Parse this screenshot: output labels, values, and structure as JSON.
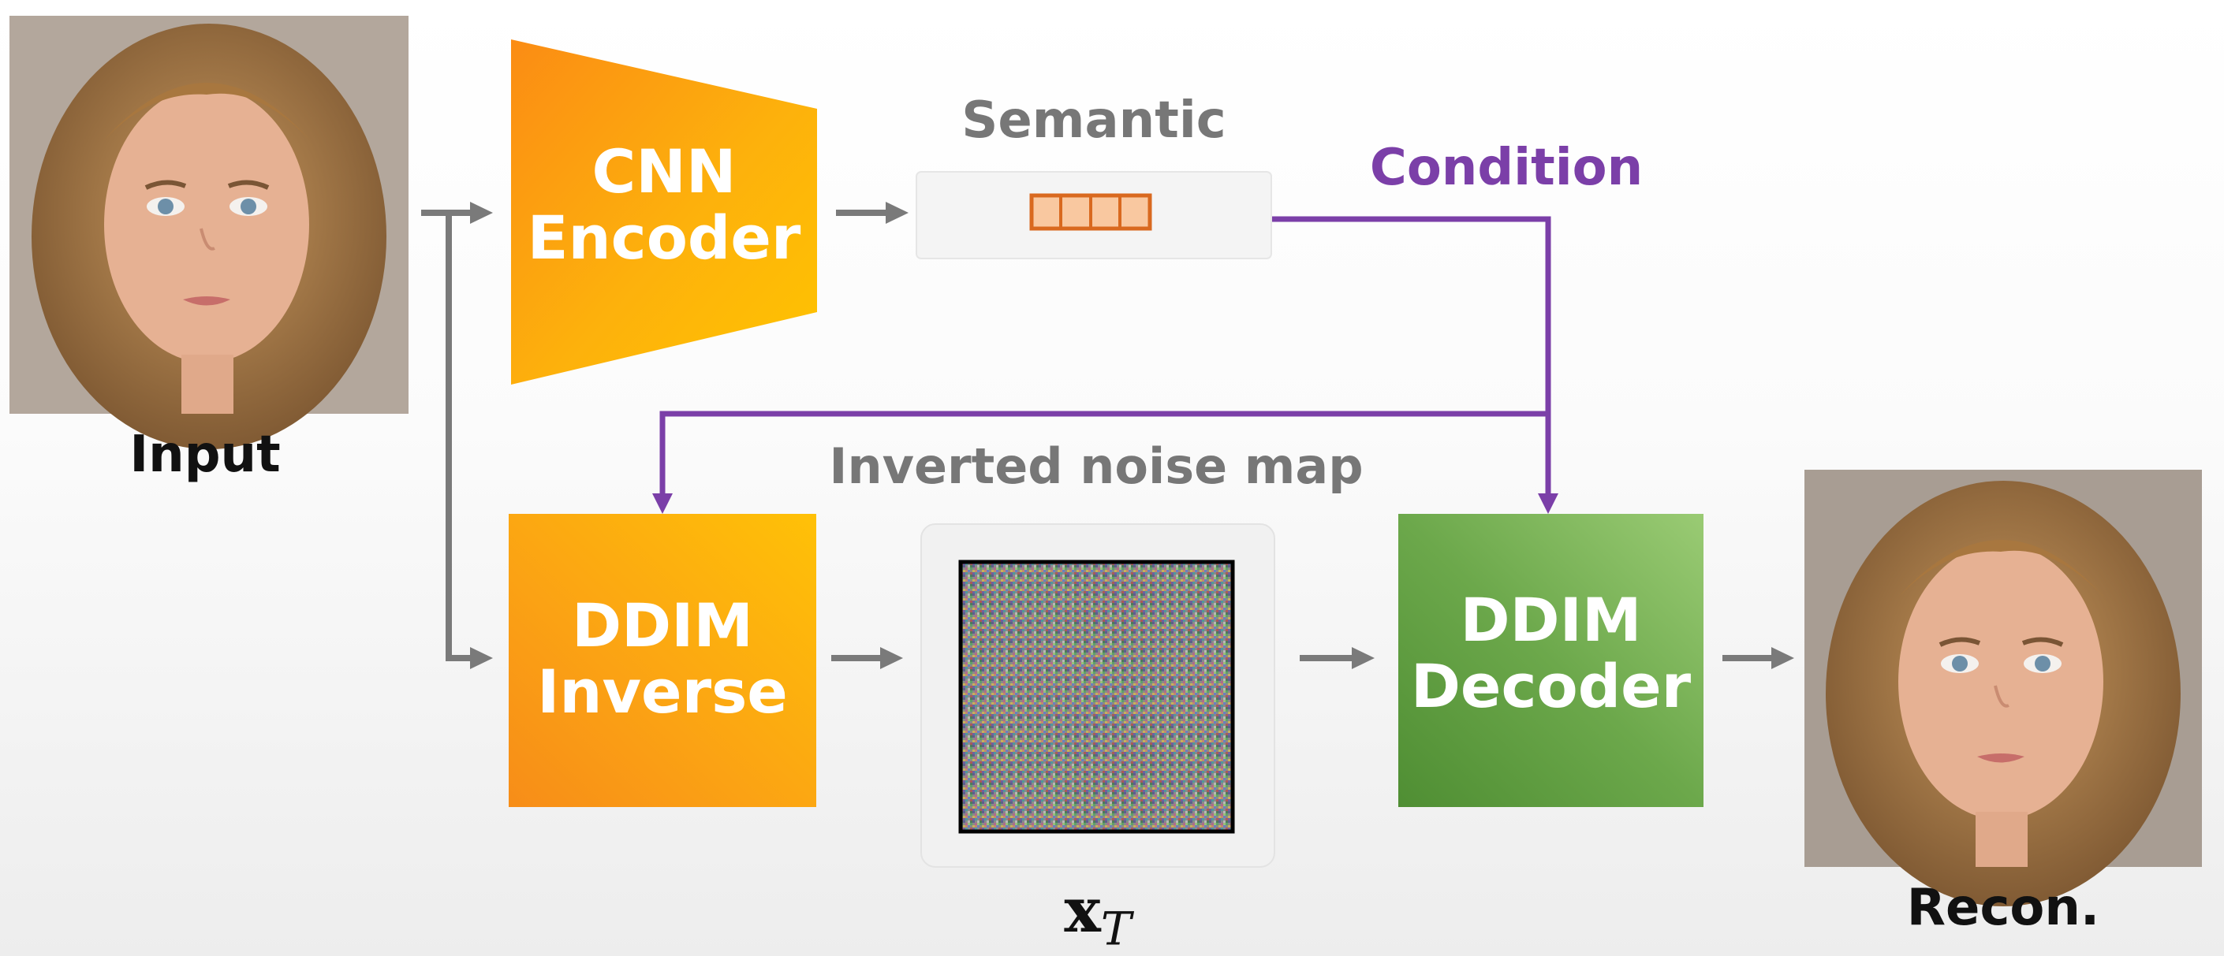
{
  "input": {
    "label": "Input"
  },
  "encoder": {
    "line1": "CNN",
    "line2": "Encoder"
  },
  "semantic": {
    "label": "Semantic",
    "cells": 4
  },
  "condition": {
    "label": "Condition"
  },
  "noise_map": {
    "label": "Inverted noise map",
    "symbol": "x",
    "subscript": "T"
  },
  "ddim_inverse": {
    "line1": "DDIM",
    "line2": "Inverse"
  },
  "ddim_decoder": {
    "line1": "DDIM",
    "line2": "Decoder"
  },
  "output": {
    "label": "Recon."
  },
  "colors": {
    "arrow_gray": "#7a7a7a",
    "condition_purple": "#7b3fa8",
    "encoder_orange": "#fca311",
    "decoder_green": "#6aa64a",
    "latent_cell": "#f9c8a0"
  }
}
